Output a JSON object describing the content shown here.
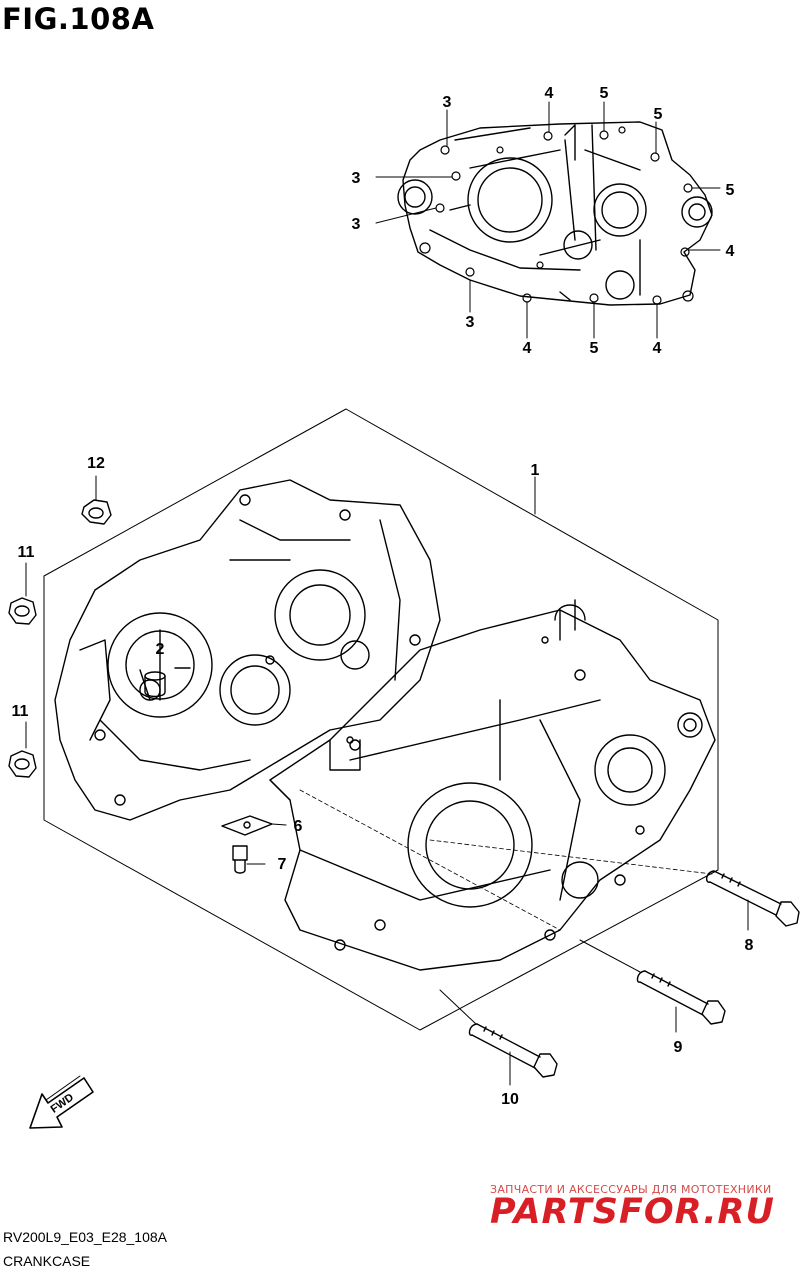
{
  "figure": {
    "title": "FIG.108A",
    "code": "RV200L9_E03_E28_108A",
    "name": "CRANKCASE"
  },
  "watermark": {
    "subtitle": "ЗАПЧАСТИ И АКСЕССУАРЫ ДЛЯ МОТОТЕХНИКИ",
    "brand": "PARTSFOR.RU"
  },
  "direction_marker": "FWD",
  "callouts": {
    "c1": "1",
    "c2": "2",
    "c6": "6",
    "c7": "7",
    "c8": "8",
    "c9": "9",
    "c10": "10",
    "c11a": "11",
    "c11b": "11",
    "c12": "12",
    "t3a": "3",
    "t3b": "3",
    "t3c": "3",
    "t3d": "3",
    "t4a": "4",
    "t4b": "4",
    "t4c": "4",
    "t4d": "4",
    "t5a": "5",
    "t5b": "5",
    "t5c": "5",
    "t5d": "5"
  },
  "colors": {
    "line": "#000000",
    "background": "#ffffff",
    "watermark": "#d81f26"
  }
}
